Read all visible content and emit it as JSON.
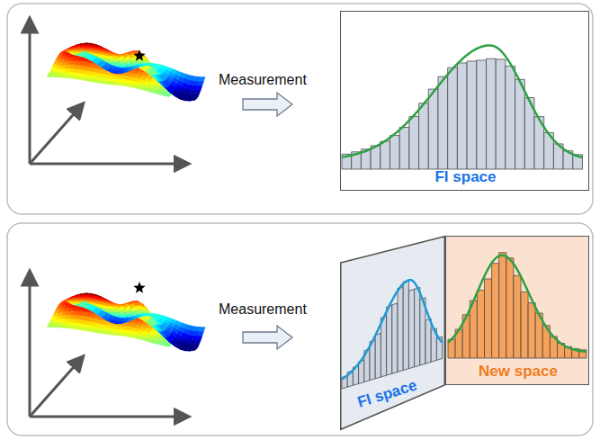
{
  "diagram": {
    "nodes": [
      {
        "text": [
          "FI space"
        ]
      },
      {
        "text": [
          "FI space"
        ]
      },
      {
        "text": [
          "New space"
        ]
      }
    ],
    "labels": [
      "Measurement",
      "Measurement"
    ]
  }
}
